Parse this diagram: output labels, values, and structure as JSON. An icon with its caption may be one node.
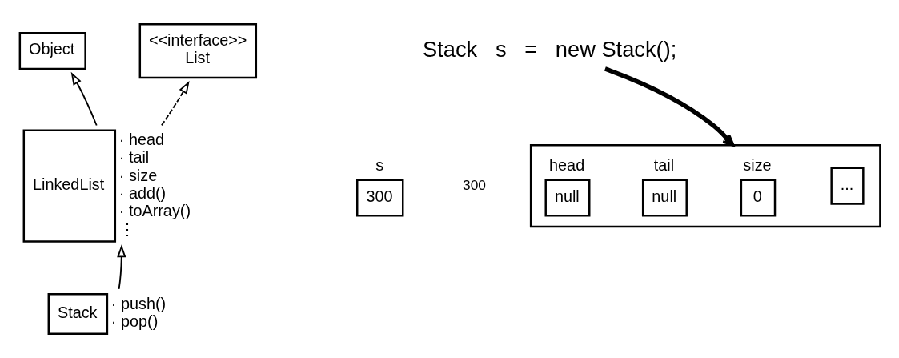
{
  "diagram": {
    "nodes": [
      {
        "text": [
          "Object"
        ]
      },
      {
        "text": [
          "<<interface>>",
          "List"
        ]
      },
      {
        "text": [
          "LinkedList"
        ],
        "beside": [
          "· head",
          "· tail",
          "· size",
          "· add()",
          "· toArray()",
          "⋮"
        ]
      },
      {
        "text": [
          "Stack"
        ],
        "beside": [
          "· push()",
          "· pop()"
        ]
      },
      {
        "text": [
          "Stack   s   =   new Stack();"
        ]
      },
      {
        "text": [
          "300"
        ],
        "beside": [
          "s"
        ]
      },
      {
        "text": [],
        "shape": "box"
      },
      {
        "text": [
          "null"
        ],
        "beside": [
          "head"
        ],
        "in": 6
      },
      {
        "text": [
          "null"
        ],
        "beside": [
          "tail"
        ],
        "in": 6
      },
      {
        "text": [
          "0"
        ],
        "beside": [
          "size"
        ],
        "in": 6
      },
      {
        "text": [
          "..."
        ],
        "in": 6
      }
    ],
    "edges": [
      {
        "from": 2,
        "to": 0,
        "arrow": "to"
      },
      {
        "from": 2,
        "to": 1,
        "arrow": "to",
        "style": "dashed"
      },
      {
        "from": 3,
        "to": 2,
        "arrow": "to"
      },
      {
        "from": 4,
        "to": 6,
        "arrow": "to"
      }
    ],
    "labels": [
      "300"
    ]
  }
}
